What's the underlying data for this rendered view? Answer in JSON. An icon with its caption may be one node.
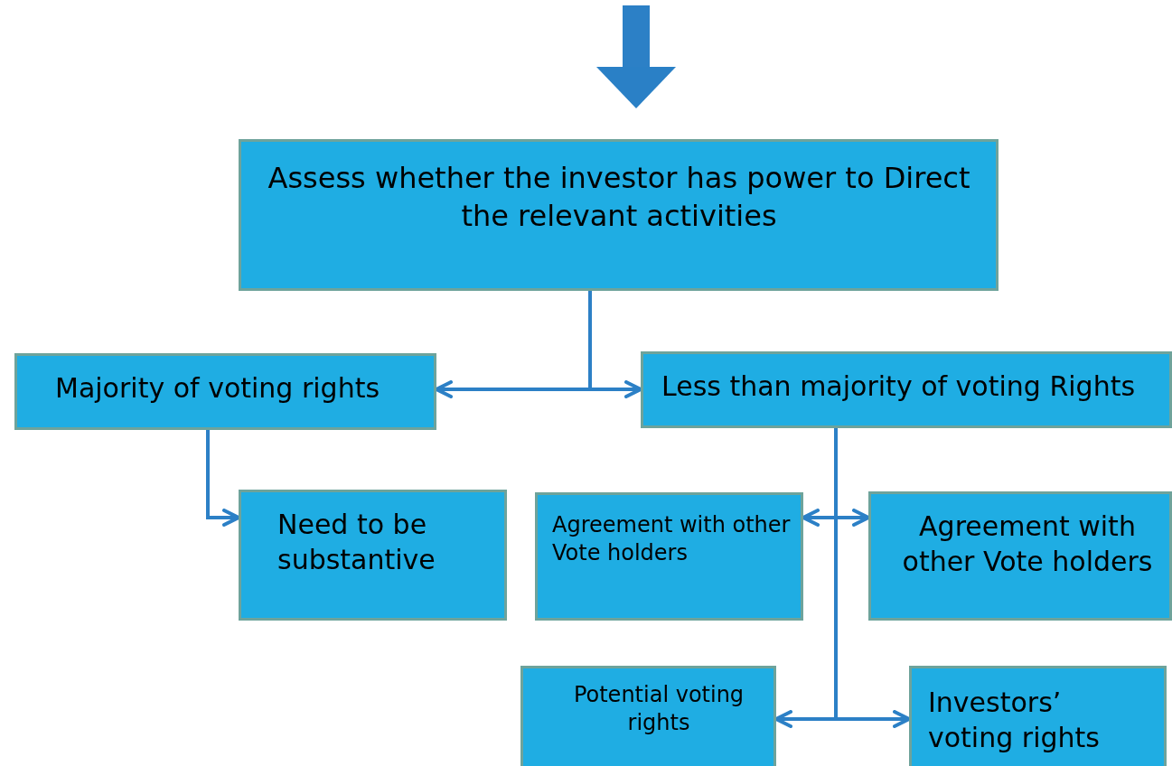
{
  "diagram": {
    "nodes": [
      {
        "text": [
          "Assess whether the investor has power to Direct the relevant activities"
        ]
      },
      {
        "text": [
          "Majority of voting rights"
        ]
      },
      {
        "text": [
          "Less than majority of voting Rights"
        ]
      },
      {
        "text": [
          "Need to be substantive"
        ]
      },
      {
        "text": [
          "Agreement with other  Vote holders"
        ]
      },
      {
        "text": [
          "Agreement with other Vote holders"
        ]
      },
      {
        "text": [
          "Potential voting rights"
        ]
      },
      {
        "text": [
          "Investors’ voting rights"
        ]
      }
    ],
    "edges": [
      {
        "from": null,
        "to": 0,
        "arrow": "to",
        "style": "thick"
      },
      {
        "from": 0,
        "to": 1,
        "arrow": "to"
      },
      {
        "from": 0,
        "to": 2,
        "arrow": "to"
      },
      {
        "from": 1,
        "to": 3,
        "arrow": "to"
      },
      {
        "from": 2,
        "to": 4,
        "arrow": "to"
      },
      {
        "from": 2,
        "to": 5,
        "arrow": "to"
      },
      {
        "from": 2,
        "to": 6,
        "arrow": "to"
      },
      {
        "from": 2,
        "to": 7,
        "arrow": "to"
      }
    ]
  }
}
